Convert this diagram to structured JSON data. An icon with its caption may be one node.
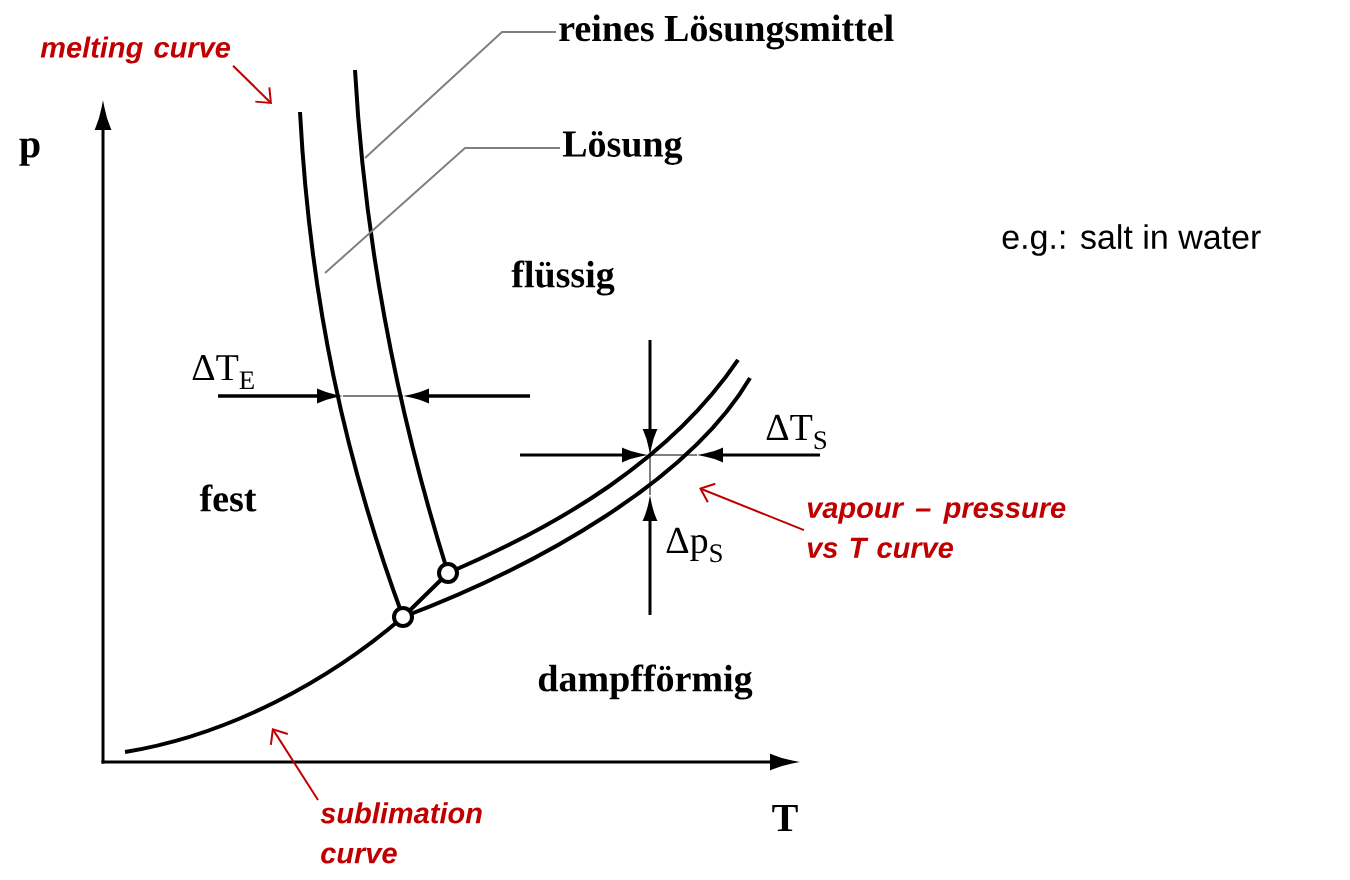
{
  "diagram": {
    "nodes": [
      {
        "text": [
          "melting curve"
        ]
      },
      {
        "text": [
          "reines Lösungsmittel"
        ]
      },
      {
        "text": [
          "Lösung"
        ]
      },
      {
        "text": [
          "vapour – pressure vs T curve"
        ]
      },
      {
        "text": [
          "sublimation curve"
        ]
      }
    ],
    "edges": [
      {
        "from": 0,
        "to": null,
        "arrow": "to",
        "color": "#c00000"
      },
      {
        "from": 1,
        "to": null,
        "arrow": "none",
        "color": "#808080"
      },
      {
        "from": 2,
        "to": null,
        "arrow": "none",
        "color": "#808080"
      },
      {
        "from": 3,
        "to": null,
        "arrow": "to",
        "color": "#c00000"
      },
      {
        "from": 4,
        "to": null,
        "arrow": "to",
        "color": "#c00000"
      }
    ],
    "labels": [
      "p",
      "e.g.: salt in water",
      "flüssig",
      "ΔT$_{E}$",
      "ΔT$_{S}$",
      "fest",
      "Δp$_{S}$",
      "dampfförmig",
      "T"
    ]
  }
}
